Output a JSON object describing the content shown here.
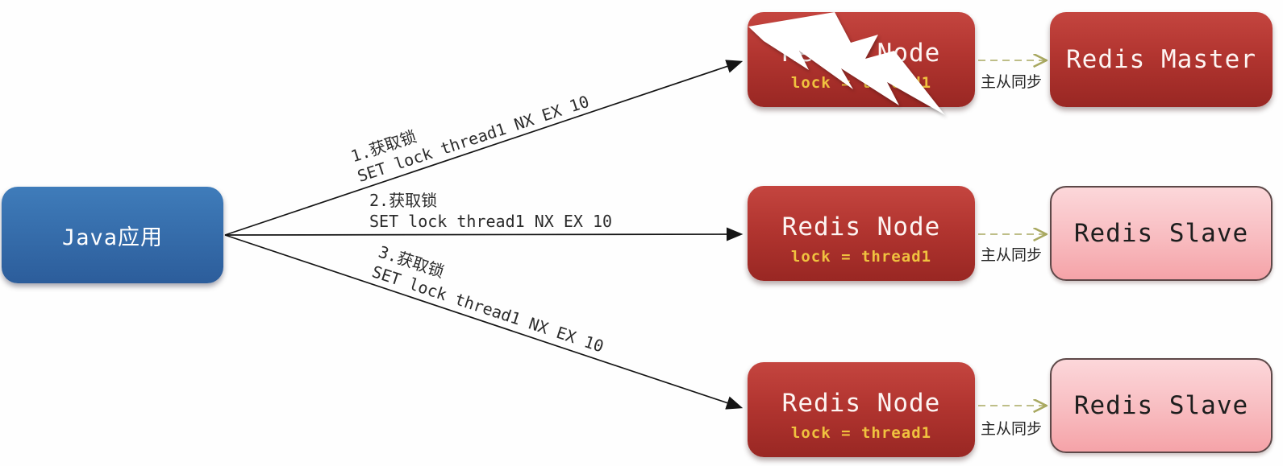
{
  "java_app": {
    "label": "Java应用"
  },
  "acquire_labels": [
    {
      "step": "1.获取锁",
      "command": "SET lock thread1 NX EX 10"
    },
    {
      "step": "2.获取锁",
      "command": "SET lock thread1 NX EX 10"
    },
    {
      "step": "3.获取锁",
      "command": "SET lock thread1 NX EX 10"
    }
  ],
  "nodes": [
    {
      "title": "Redis Node",
      "lock": "lock = thread1",
      "crashed": true
    },
    {
      "title": "Redis Node",
      "lock": "lock = thread1",
      "crashed": false
    },
    {
      "title": "Redis Node",
      "lock": "lock = thread1",
      "crashed": false
    }
  ],
  "replicas": [
    {
      "title": "Redis Master"
    },
    {
      "title": "Redis Slave"
    },
    {
      "title": "Redis Slave"
    }
  ],
  "sync_label": "主从同步",
  "colors": {
    "java_blue_top": "#3f7cba",
    "java_blue_bottom": "#2c5d9b",
    "node_red_top": "#c4453f",
    "node_red_bottom": "#992723",
    "slave_pink_top": "#fcd7da",
    "slave_pink_bottom": "#f5a3a8",
    "lock_yellow": "#f0c23f",
    "sync_arrow": "#a8a860",
    "label_text": "#2b2b2b"
  }
}
